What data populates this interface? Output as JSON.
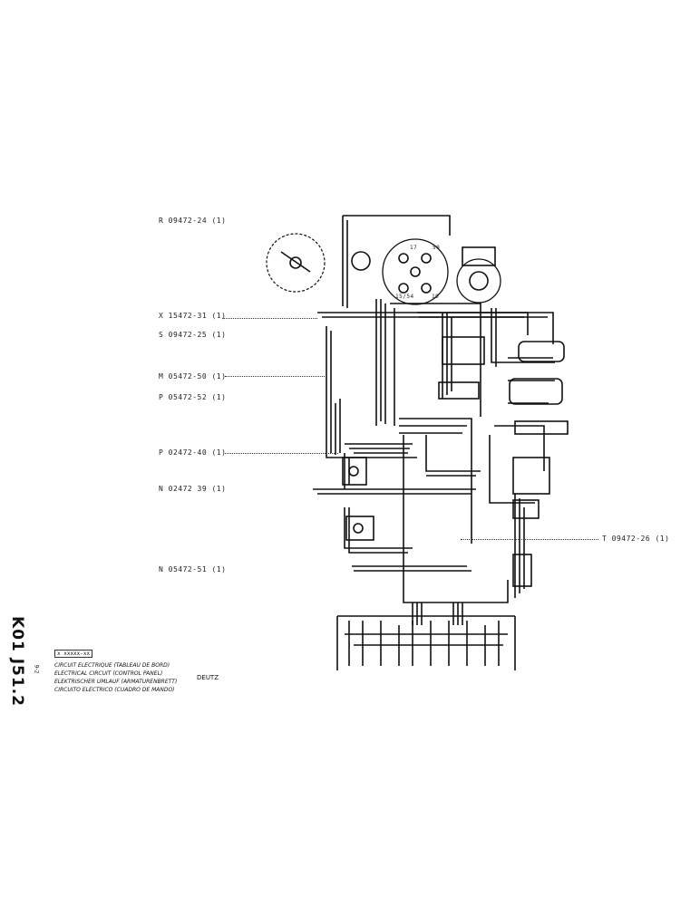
{
  "side_code": "K01 J51.2",
  "component_labels": [
    {
      "id": "R",
      "text": "R 09472-24 (1)"
    },
    {
      "id": "X",
      "text": "X 15472-31 (1)"
    },
    {
      "id": "S",
      "text": "S 09472-25 (1)"
    },
    {
      "id": "M",
      "text": "M 05472-50 (1)"
    },
    {
      "id": "P1",
      "text": "P 05472-52 (1)"
    },
    {
      "id": "P2",
      "text": "P 02472-40 (1)"
    },
    {
      "id": "N1",
      "text": "N 02472 39 (1)"
    },
    {
      "id": "N2",
      "text": "N 05472-51 (1)"
    },
    {
      "id": "T",
      "text": "T 09472-26 (1)"
    }
  ],
  "title_block": {
    "ref": "x xxxxx-xx",
    "page_mark": "9-2",
    "lines": [
      "CIRCUIT ELECTRIQUE (TABLEAU DE BORD)",
      "ELECTRICAL CIRCUIT (CONTROL PANEL)",
      "ELEKTRISCHER UMLAUF (ARMATURENBRETT)",
      "CIRCUITO ELECTRICO (CUADRO DE MANDO)"
    ],
    "brand": "DEUTZ"
  },
  "gauge_marks": [
    "17",
    "50",
    "15/54",
    "19"
  ],
  "colors": {
    "ink": "#111111",
    "background": "#ffffff"
  }
}
